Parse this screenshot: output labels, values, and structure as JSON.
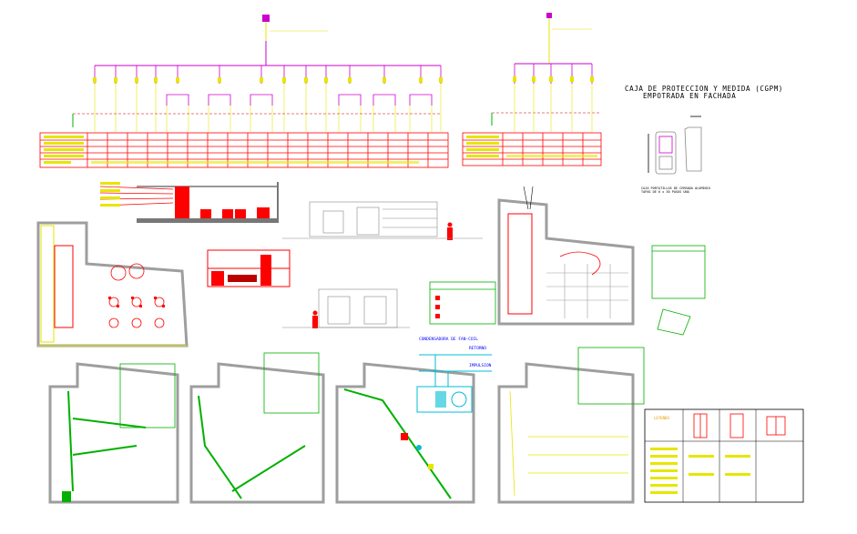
{
  "drawing": {
    "cgpm_title_line1": "CAJA DE PROTECCION Y MEDIDA (CGPM)",
    "cgpm_title_line2": "EMPOTRADA EN FACHADA",
    "cgpm_caption_line1": "CAJA PORTATILLOS DE CERRADA ALUMINIO",
    "cgpm_caption_line2": "TAPAS DE 6 x 30 PASOS UNA",
    "fancoil_title": "CONDENSADORA DE FAN-COIL",
    "fancoil_retorno": "RETORNO",
    "fancoil_impulsion": "IMPULSION",
    "leyenda_title": "LEYENDA"
  },
  "colors": {
    "background": "#ffffff",
    "magenta_lines": "#cc00cc",
    "yellow_lines": "#e6e600",
    "red_table": "#ff0000",
    "green_legend": "#00b000",
    "cyan_ducts": "#00bcd4",
    "gray_walls": "#9e9e9e",
    "blue_labels": "#0000ff"
  },
  "icons": [
    "meter-box-icon",
    "person-figure-icon",
    "breaker-icon",
    "ground-icon",
    "fan-coil-icon"
  ]
}
